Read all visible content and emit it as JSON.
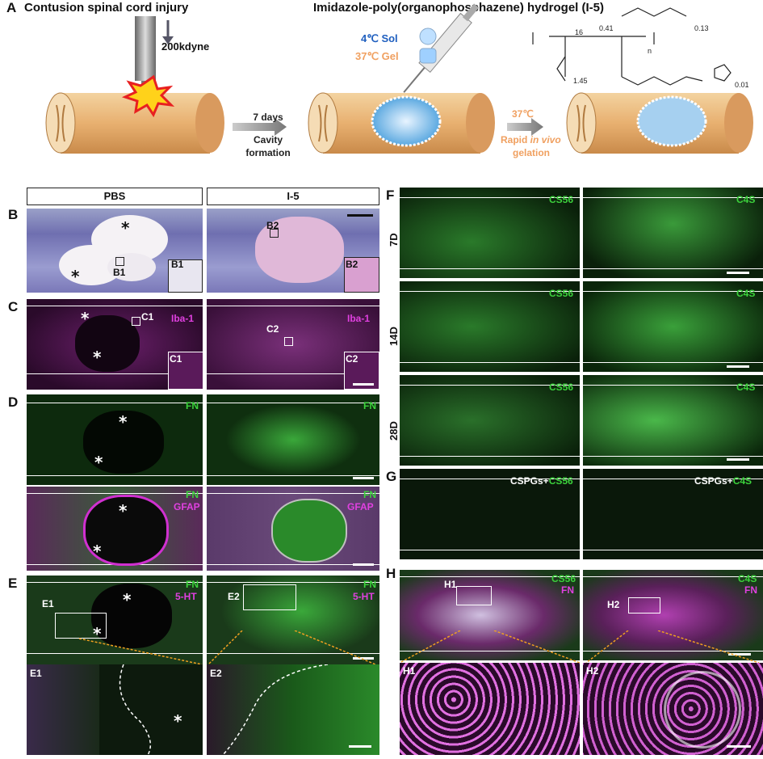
{
  "panelA": {
    "letter": "A",
    "step1_title": "Contusion spinal cord injury",
    "impact": "200kdyne",
    "arrow1_line1": "7 days",
    "arrow1_line2": "Cavity",
    "arrow1_line3": "formation",
    "step2_title": "Imidazole-poly(organophosphazene) hydrogel (I-5)",
    "sol_label": "4℃ Sol",
    "gel_label": "37℃ Gel",
    "arrow2_temp": "37℃",
    "arrow2_line1": "Rapid ",
    "arrow2_italic": "in vivo",
    "arrow2_line2": "gelation",
    "chem_sub1": "0.41",
    "chem_sub2": "0.13",
    "chem_sub3": "1.45",
    "chem_sub4": "0.01",
    "chem_sub5": "16",
    "chem_n": "n"
  },
  "headers": {
    "col1": "PBS",
    "col2": "I-5"
  },
  "panelB": {
    "letter": "B",
    "inset1": "B1",
    "inset2": "B2",
    "box1": "B1",
    "box2": "B2"
  },
  "panelC": {
    "letter": "C",
    "marker": "Iba-1",
    "inset1": "C1",
    "inset2": "C2",
    "box1": "C1",
    "box2": "C2"
  },
  "panelD": {
    "letter": "D",
    "marker_fn": "FN",
    "marker_gfap": "GFAP"
  },
  "panelE": {
    "letter": "E",
    "marker_fn": "FN",
    "marker_5ht": "5-HT",
    "box1": "E1",
    "box2": "E2",
    "zoom1": "E1",
    "zoom2": "E2"
  },
  "panelF": {
    "letter": "F",
    "marker1": "CS56",
    "marker2": "C4S",
    "times": [
      "7D",
      "14D",
      "28D"
    ]
  },
  "panelG": {
    "letter": "G",
    "prefix": "CSPGs+",
    "marker1": "CS56",
    "marker2": "C4S"
  },
  "panelH": {
    "letter": "H",
    "marker1": "CS56",
    "marker2": "C4S",
    "marker_fn": "FN",
    "box1": "H1",
    "box2": "H2",
    "zoom1": "H1",
    "zoom2": "H2"
  },
  "asterisk": "*",
  "colors": {
    "green": "#3cd23c",
    "magenta": "#e040e0",
    "orange": "#f0a060",
    "blue": "#1f5fbf"
  }
}
